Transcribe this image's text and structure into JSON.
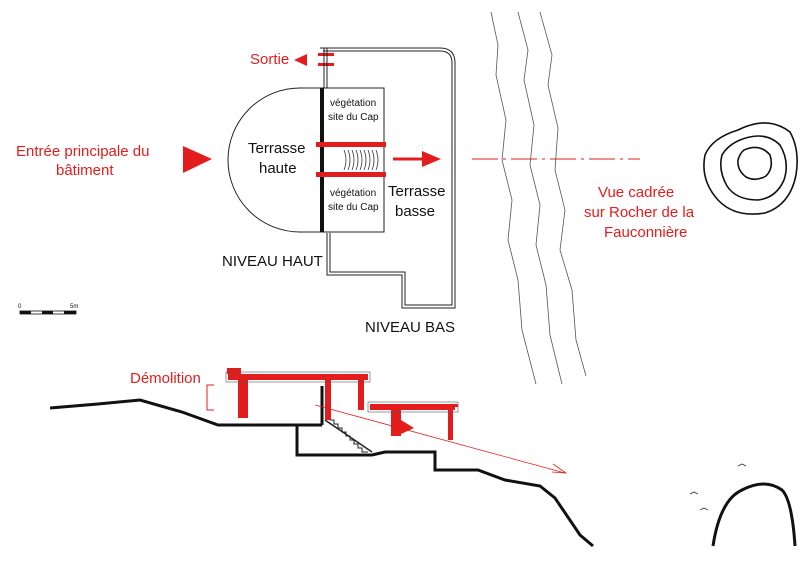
{
  "colors": {
    "accent": "#e31d1d",
    "line": "#111111",
    "thin": "#555555"
  },
  "plan": {
    "exit_label": "Sortie",
    "entrance_label_line1": "Entrée principale du",
    "entrance_label_line2": "bâtiment",
    "upper_terrace_line1": "Terrasse",
    "upper_terrace_line2": "haute",
    "lower_terrace_line1": "Terrasse",
    "lower_terrace_line2": "basse",
    "vegetation_top_line1": "végétation",
    "vegetation_top_line2": "site du Cap",
    "vegetation_bottom_line1": "végétation",
    "vegetation_bottom_line2": "site du Cap",
    "upper_level_label": "NIVEAU HAUT",
    "lower_level_label": "NIVEAU BAS",
    "view_line1": "Vue cadrée",
    "view_line2": "sur Rocher de la",
    "view_line3": "Fauconnière",
    "scale_start": "0",
    "scale_end": "5m"
  },
  "section": {
    "demolition_label": "Démolition"
  }
}
